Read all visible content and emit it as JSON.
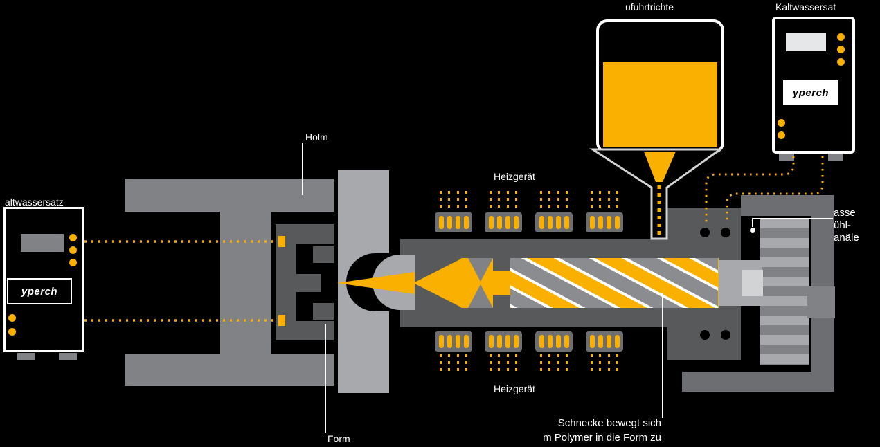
{
  "labels": {
    "hopper": "ufuhrtrichte",
    "chiller_right": "Kaltwassersat",
    "chiller_left": "altwassersatz",
    "brand": "yperch",
    "tie_bar": "Holm",
    "heater_top": "Heizgerät",
    "heater_bottom": "Heizgerät",
    "mold": "Form",
    "cooling_1": "asse",
    "cooling_2": "ühl-",
    "cooling_3": "anäle",
    "caption_1": "Schnecke bewegt sich",
    "caption_2": "m Polymer in die Form zu"
  },
  "colors": {
    "background": "#000000",
    "accent_yellow": "#F9B000",
    "machine_dark": "#58595B",
    "machine_mid": "#808285",
    "machine_light": "#A7A9AC",
    "bracket_gray": "#6D6E71",
    "label_text": "#FFFFFF"
  }
}
